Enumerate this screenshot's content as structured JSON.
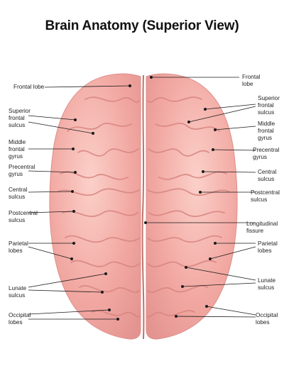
{
  "title": "Brain Anatomy (Superior View)",
  "colors": {
    "brain_base": "#f2a8a2",
    "brain_shadow": "#d87f7a",
    "brain_highlight": "#fbd3cc",
    "leader": "#1a1a1a",
    "text": "#222222"
  },
  "labels": {
    "left": {
      "frontal_lobe": "Frontal lobe",
      "superior_frontal_sulcus": "Superior\nfrontal\nsulcus",
      "middle_frontal_gyrus": "Middle\nfrontal\ngyrus",
      "precentral_gyrus": "Precentral\ngyrus",
      "central_sulcus": "Central\nsulcus",
      "postcentral_sulcus": "Postcentral\nsulcus",
      "parietal_lobes": "Parietal\nlobes",
      "lunate_sulcus": "Lunate\nsulcus",
      "occipital_lobes": "Occipital\nlobes"
    },
    "right": {
      "frontal_lobe": "Frontal\nlobe",
      "superior_frontal_sulcus": "Superior\nfrontal\nsulcus",
      "middle_frontal_gyrus": "Middle\nfrontal\ngyrus",
      "precentral_gyrus": "Precentral\ngyrus",
      "central_sulcus": "Central\nsulcus",
      "postcentral_sulcus": "Postcentral\nsulcus",
      "longitudinal_fissure": "Longitudinal\nfissure",
      "parietal_lobes": "Parietal\nlobes",
      "lunate_sulcus": "Lunate\nsulcus",
      "occipital_lobes": "Occipital\nlobes"
    }
  }
}
